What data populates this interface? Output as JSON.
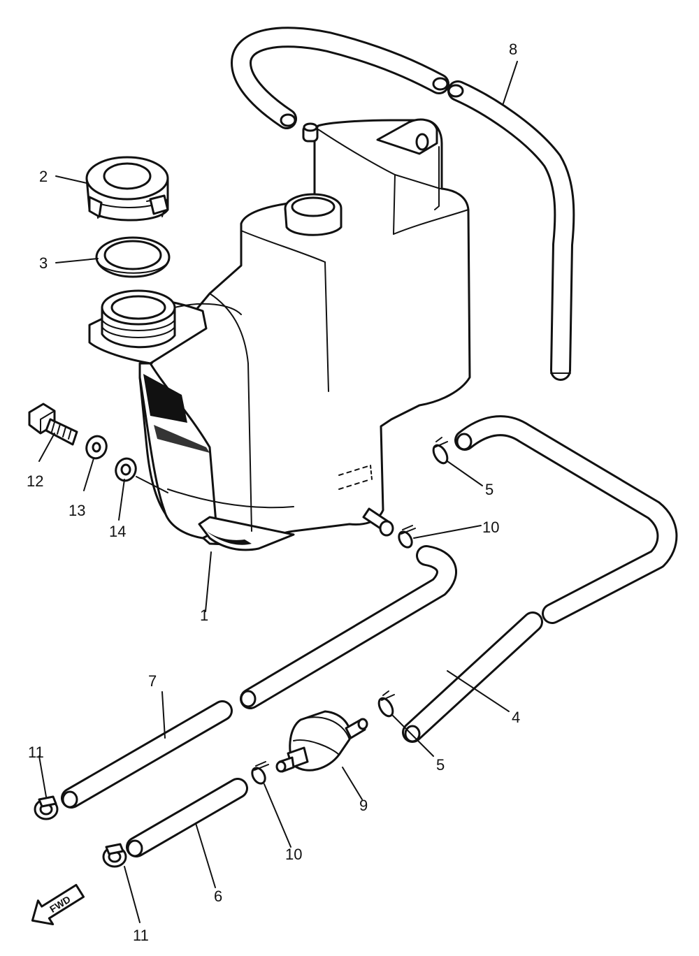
{
  "callouts": [
    {
      "id": "1",
      "text": "1"
    },
    {
      "id": "2",
      "text": "2"
    },
    {
      "id": "3",
      "text": "3"
    },
    {
      "id": "4",
      "text": "4"
    },
    {
      "id": "5a",
      "text": "5"
    },
    {
      "id": "5b",
      "text": "5"
    },
    {
      "id": "6",
      "text": "6"
    },
    {
      "id": "7",
      "text": "7"
    },
    {
      "id": "8",
      "text": "8"
    },
    {
      "id": "9",
      "text": "9"
    },
    {
      "id": "10a",
      "text": "10"
    },
    {
      "id": "10b",
      "text": "10"
    },
    {
      "id": "11a",
      "text": "11"
    },
    {
      "id": "11b",
      "text": "11"
    },
    {
      "id": "12",
      "text": "12"
    },
    {
      "id": "13",
      "text": "13"
    },
    {
      "id": "14",
      "text": "14"
    }
  ],
  "direction_arrow": {
    "label": "FWD",
    "icon": "forward-arrow-icon"
  }
}
